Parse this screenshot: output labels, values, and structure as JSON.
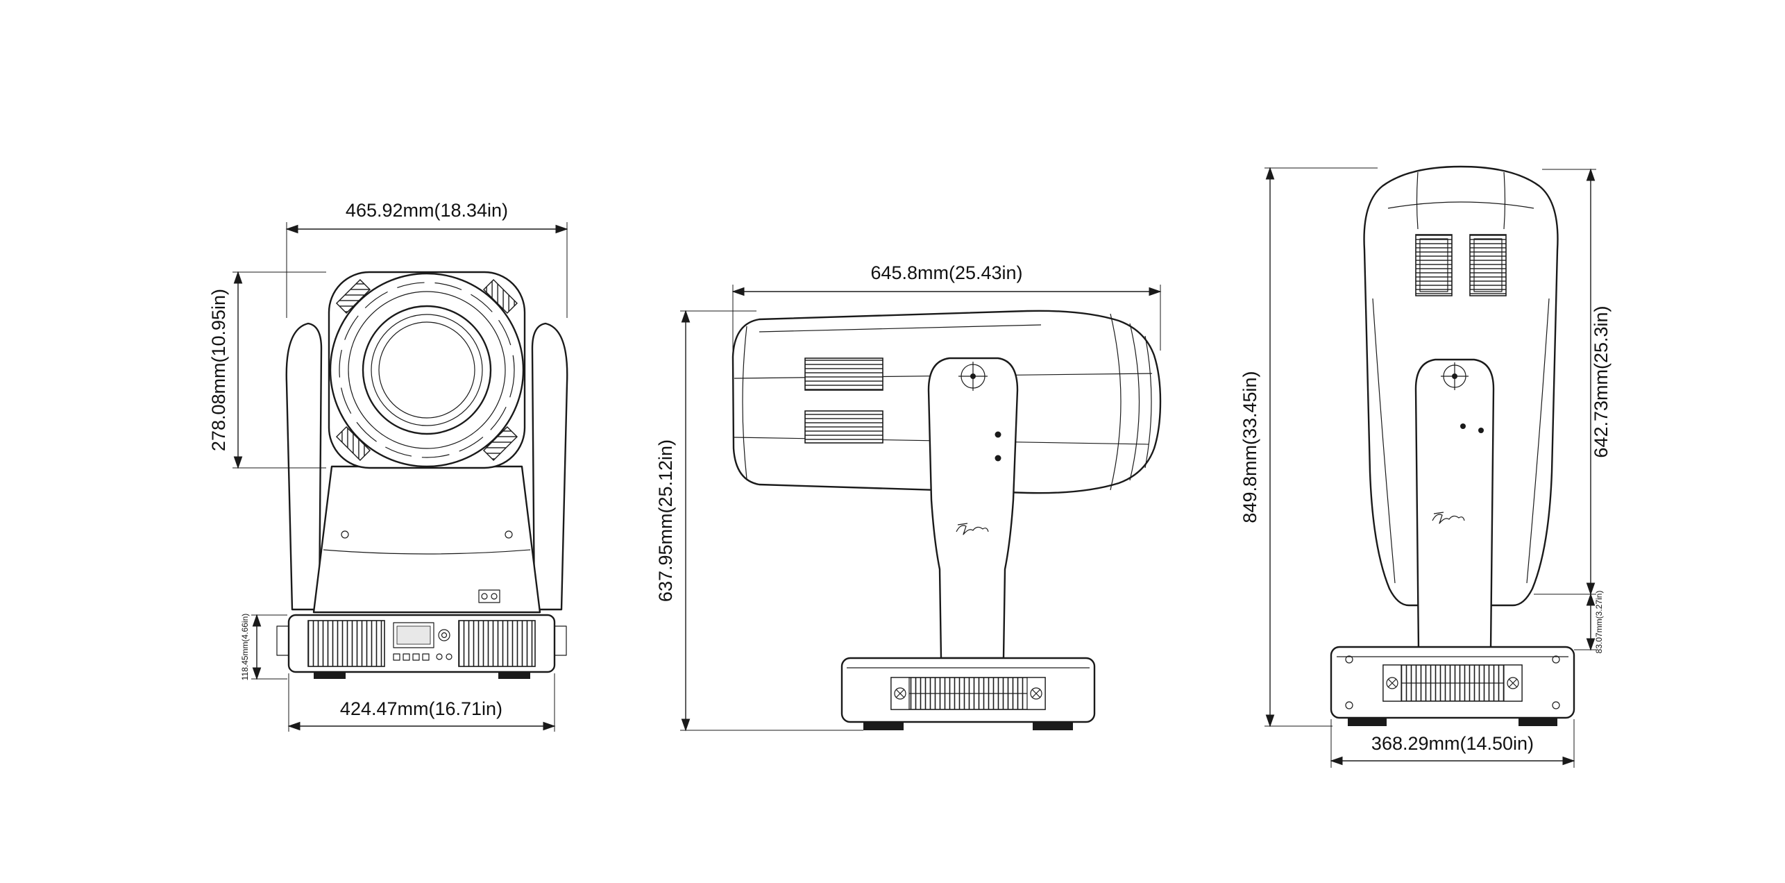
{
  "page": {
    "background_color": "#ffffff",
    "line_color": "#1a1a1a"
  },
  "views": {
    "front": {
      "top_width": "465.92mm(18.34in)",
      "head_height": "278.08mm(10.95in)",
      "base_height": "118.45mm(4.66in)",
      "bottom_width": "424.47mm(16.71in)"
    },
    "side": {
      "top_width": "645.8mm(25.43in)",
      "overall_height": "637.95mm(25.12in)"
    },
    "rear": {
      "overall_height": "849.8mm(33.45in)",
      "head_height": "642.73mm(25.3in)",
      "base_step_height": "83.07mm(3.27in)",
      "bottom_width": "368.29mm(14.50in)"
    }
  }
}
